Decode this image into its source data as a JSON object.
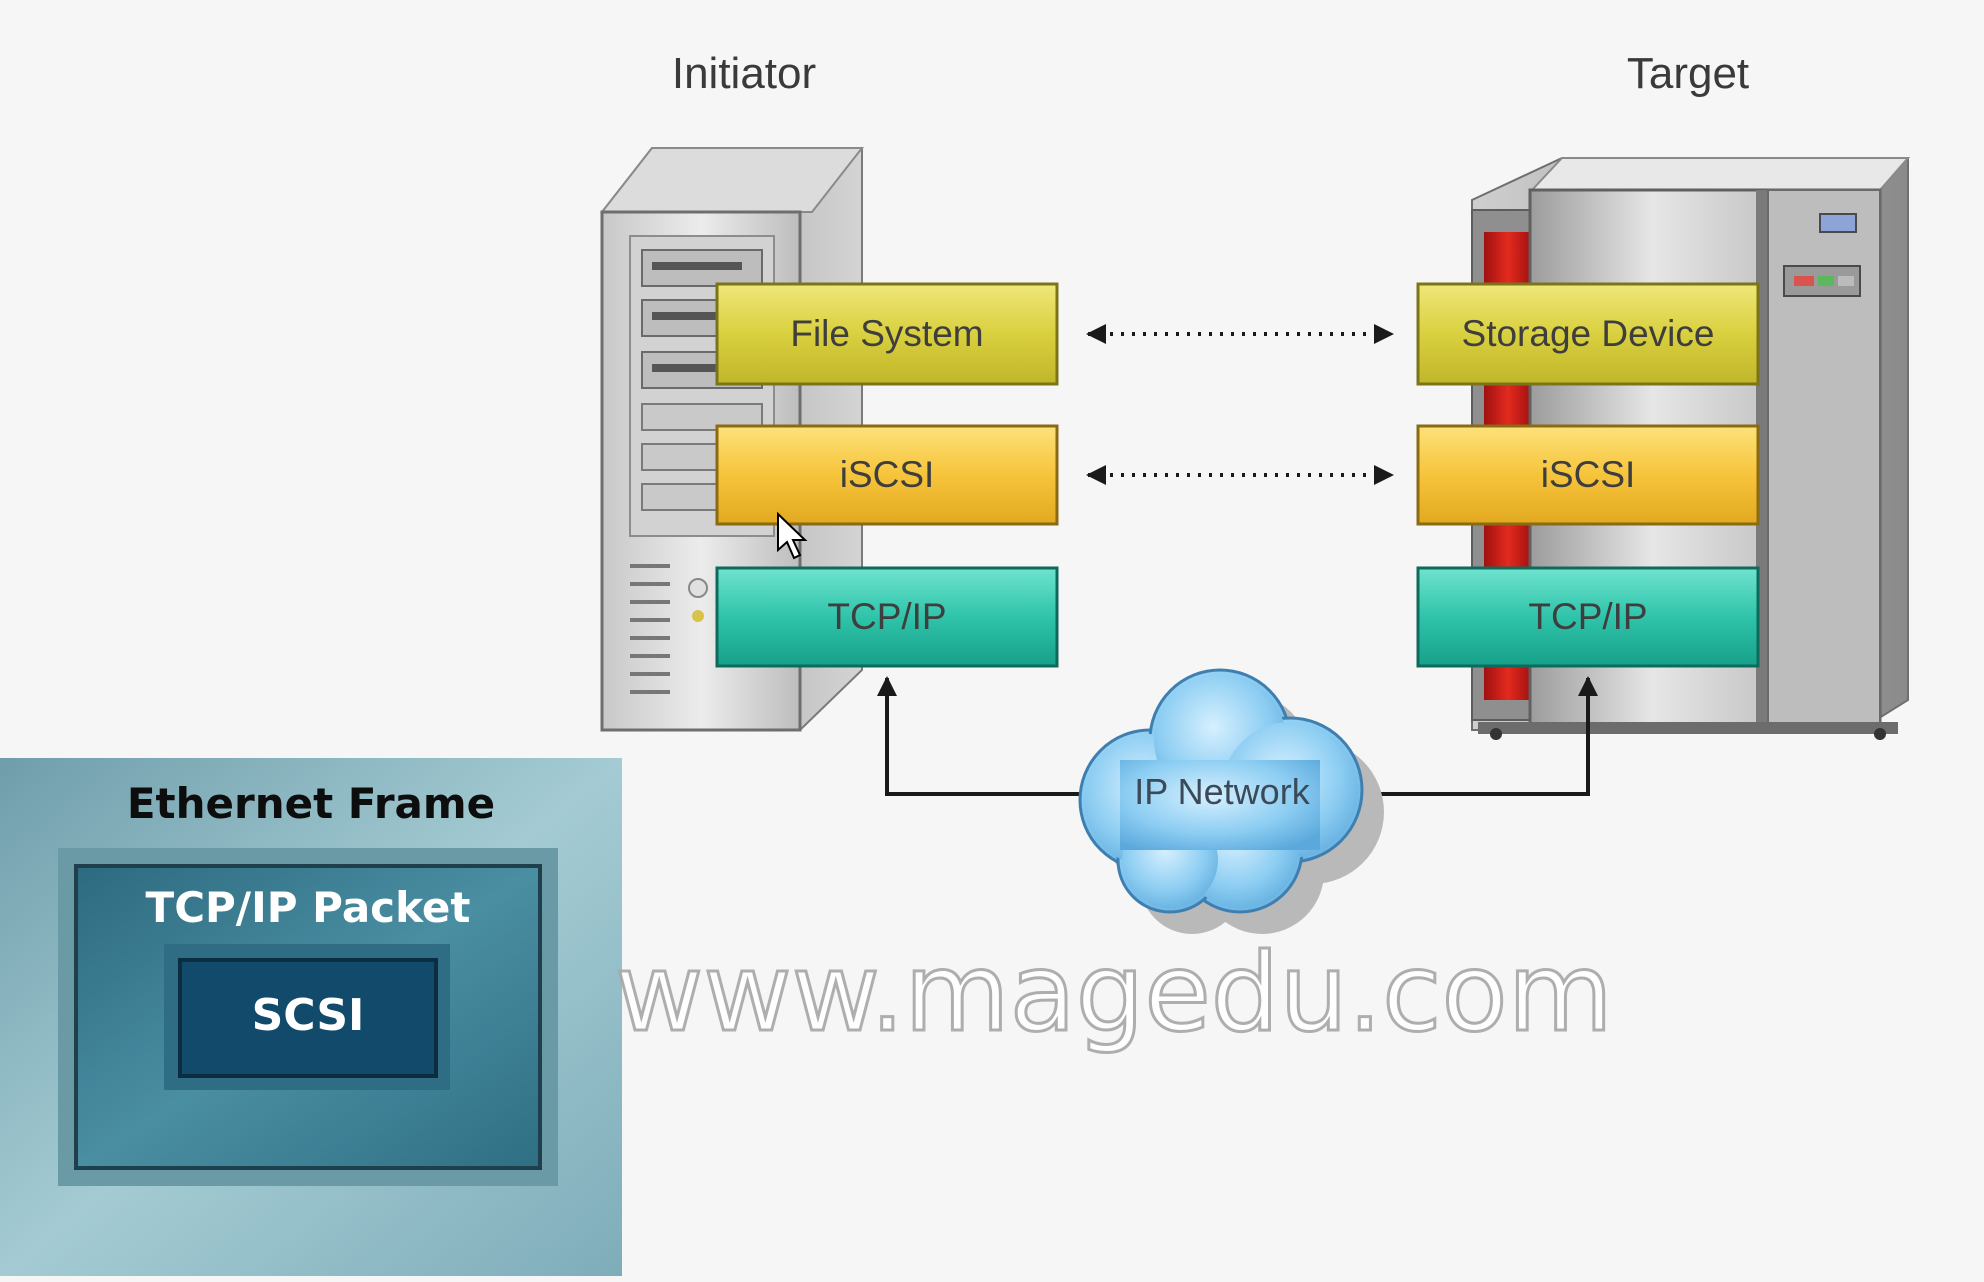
{
  "labels": {
    "initiator": "Initiator",
    "target": "Target"
  },
  "initiator_stack": {
    "file_system": "File System",
    "iscsi": "iSCSI",
    "tcpip": "TCP/IP"
  },
  "target_stack": {
    "storage_device": "Storage Device",
    "iscsi": "iSCSI",
    "tcpip": "TCP/IP"
  },
  "network": {
    "label": "IP Network"
  },
  "encapsulation": {
    "ethernet_frame": "Ethernet Frame",
    "tcpip_packet": "TCP/IP Packet",
    "scsi": "SCSI"
  },
  "watermark": "www.magedu.com",
  "colors": {
    "file_system_layer": "#d6cd3e",
    "iscsi_layer": "#f5c842",
    "tcpip_layer": "#2fc4aa",
    "cloud": "#8fcdf0",
    "frame_bg": "#8fbac4",
    "packet_bg": "#3d7a8e",
    "scsi_bg": "#114a6b"
  }
}
